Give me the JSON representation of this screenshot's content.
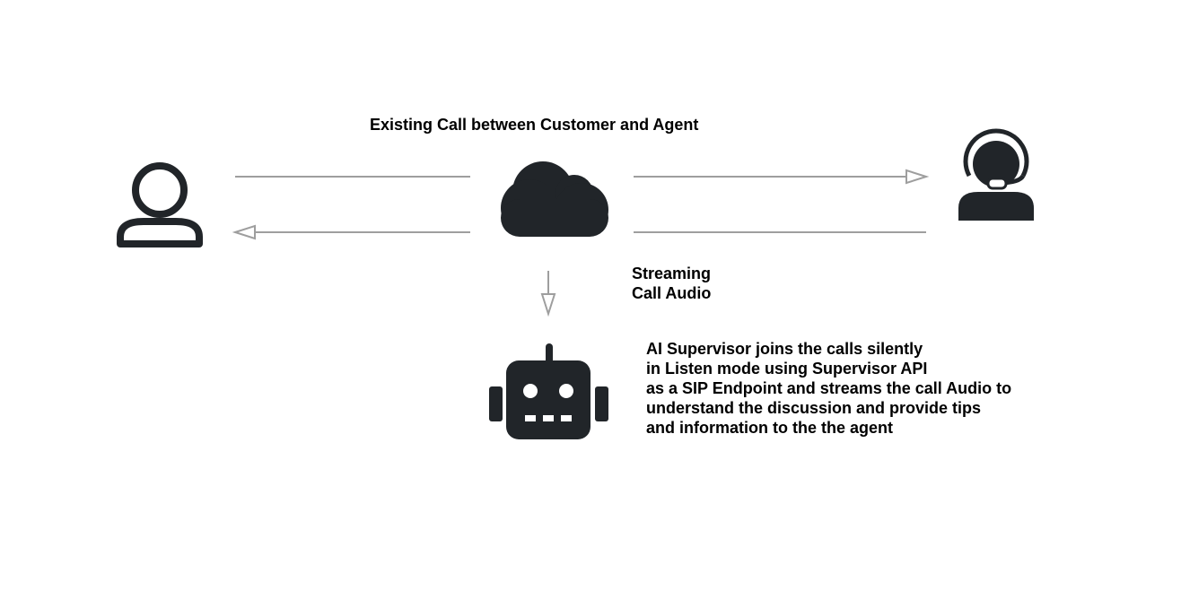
{
  "title": "Existing Call between Customer and Agent",
  "streaming_label": [
    "Streaming",
    "Call Audio"
  ],
  "description": [
    "AI Supervisor joins the calls silently",
    "in Listen mode using Supervisor API",
    "as a SIP Endpoint and streams the call Audio to",
    "understand the discussion and provide tips",
    "and information to the the agent"
  ],
  "colors": {
    "icon": "#212529",
    "arrow": "#9e9e9e",
    "text": "#000000",
    "background": "#ffffff"
  },
  "icons": [
    "customer-icon",
    "cloud-icon",
    "agent-headset-icon",
    "robot-icon"
  ]
}
